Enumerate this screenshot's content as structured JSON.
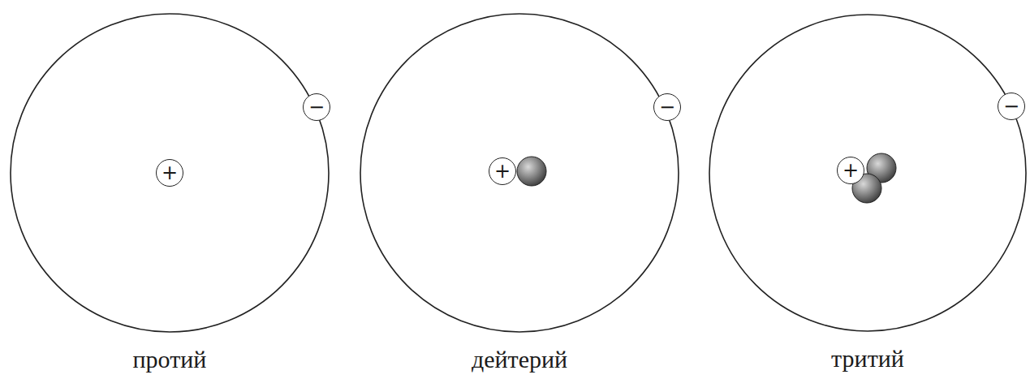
{
  "diagram": {
    "nodes": [
      {
        "text": [
          "протий"
        ]
      },
      {
        "text": [
          "+"
        ],
        "in": 0
      },
      {
        "text": [
          "−"
        ],
        "in": 0
      },
      {
        "text": [
          "дейтерий"
        ]
      },
      {
        "text": [
          "+"
        ],
        "in": 3
      },
      {
        "text": [
          "−"
        ],
        "in": 3
      },
      {
        "text": [
          "тритий"
        ]
      },
      {
        "text": [
          "+"
        ],
        "in": 6
      },
      {
        "text": [
          "−"
        ],
        "in": 6
      }
    ]
  }
}
